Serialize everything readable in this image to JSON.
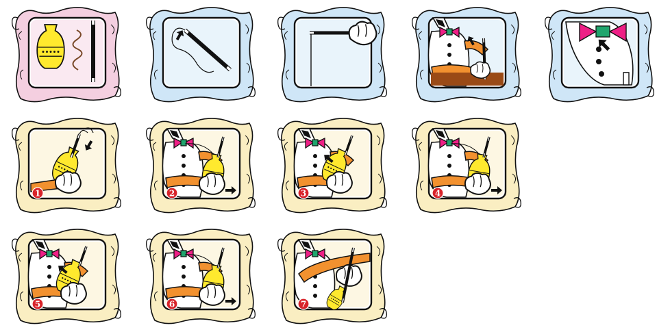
{
  "colors": {
    "pink": "#f4cfe0",
    "blue": "#cfe6f7",
    "cream": "#faeec2",
    "yellow": "#ffe92e",
    "orange": "#f2912f",
    "magenta": "#ee1f86",
    "green": "#1fa56d",
    "red": "#d8232a",
    "brown": "#9a4a16"
  },
  "setup_panels": [
    {
      "scene": "props",
      "tint": "pink"
    },
    {
      "scene": "wand-string",
      "tint": "blue"
    },
    {
      "scene": "wand-held",
      "tint": "blue"
    },
    {
      "scene": "performer-table",
      "tint": "blue"
    },
    {
      "scene": "closeup",
      "tint": "blue"
    }
  ],
  "steps": [
    {
      "num": "1",
      "scene": "hand-vase-wand",
      "tint": "cream"
    },
    {
      "num": "2",
      "scene": "performer-vase",
      "tint": "cream"
    },
    {
      "num": "3",
      "scene": "performer-tilt",
      "tint": "cream"
    },
    {
      "num": "4",
      "scene": "performer-vase",
      "tint": "cream"
    },
    {
      "num": "5",
      "scene": "performer-tilt",
      "tint": "cream"
    },
    {
      "num": "6",
      "scene": "performer-vase",
      "tint": "cream"
    },
    {
      "num": "7",
      "scene": "performer-raise",
      "tint": "cream"
    }
  ]
}
